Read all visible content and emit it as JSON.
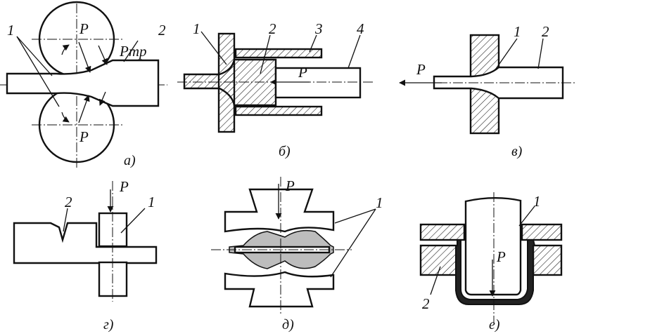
{
  "panels": {
    "a": {
      "caption": "а)",
      "numbers": [
        "1",
        "2"
      ],
      "forces": [
        "P",
        "Pтр",
        "P"
      ]
    },
    "b": {
      "caption": "б)",
      "numbers": [
        "1",
        "2",
        "3",
        "4"
      ],
      "forces": [
        "P"
      ]
    },
    "v": {
      "caption": "в)",
      "numbers": [
        "1",
        "2"
      ],
      "forces": [
        "P"
      ]
    },
    "g": {
      "caption": "г)",
      "numbers": [
        "2",
        "1"
      ],
      "forces": [
        "P"
      ]
    },
    "d": {
      "caption": "д)",
      "numbers": [
        "1"
      ],
      "forces": [
        "P"
      ]
    },
    "e": {
      "caption": "е)",
      "numbers": [
        "1",
        "2"
      ],
      "forces": [
        "P"
      ]
    }
  }
}
